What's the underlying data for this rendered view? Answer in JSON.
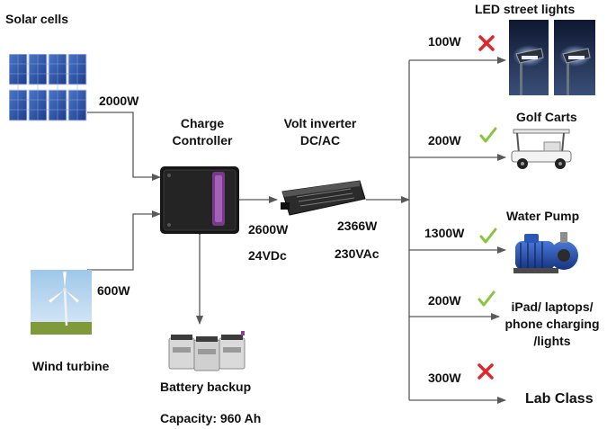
{
  "sources": {
    "solar": {
      "label": "Solar cells",
      "power": "2000W"
    },
    "wind": {
      "label": "Wind turbine",
      "power": "600W"
    }
  },
  "controller": {
    "label_line1": "Charge",
    "label_line2": "Controller",
    "power": "2600W",
    "voltage": "24VDc"
  },
  "inverter": {
    "label_line1": "Volt inverter",
    "label_line2": "DC/AC",
    "power": "2366W",
    "voltage": "230VAc"
  },
  "battery": {
    "label": "Battery backup",
    "capacity": "Capacity: 960 Ah"
  },
  "loads": [
    {
      "power": "100W",
      "status": "cross",
      "name": "LED street lights",
      "icon": "street-light-icon"
    },
    {
      "power": "200W",
      "status": "check",
      "name": "Golf Carts",
      "icon": "golf-cart-icon"
    },
    {
      "power": "1300W",
      "status": "check",
      "name": "Water Pump",
      "icon": "water-pump-icon"
    },
    {
      "power": "200W",
      "status": "check",
      "name_line1": "iPad/ laptops/",
      "name_line2": "phone charging",
      "name_line3": "/lights"
    },
    {
      "power": "300W",
      "status": "cross",
      "name": "Lab Class"
    }
  ],
  "colors": {
    "cross": "#e0262b",
    "check": "#86c53c",
    "wire": "#595959"
  }
}
